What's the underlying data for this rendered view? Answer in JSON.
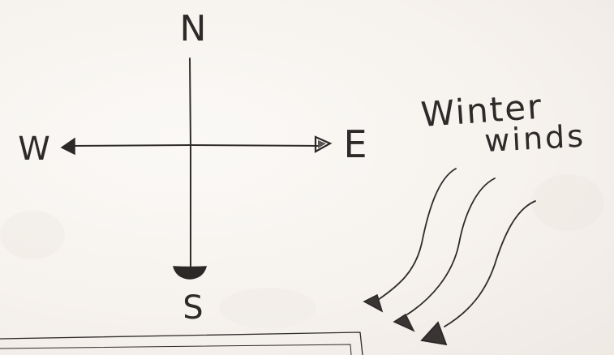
{
  "compass": {
    "north": "N",
    "south": "S",
    "east": "E",
    "west": "W"
  },
  "annotation": {
    "line1": "Winter",
    "line2": "winds"
  },
  "colors": {
    "paper": "#f7f4f0",
    "pencil": "#2f2b2b"
  }
}
